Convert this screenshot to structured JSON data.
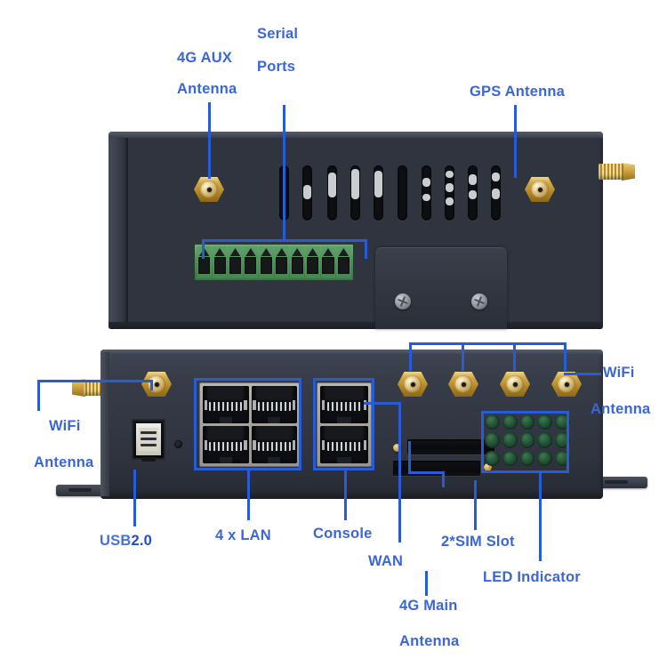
{
  "diagram": {
    "title": "Industrial 4G LTE Router Port Callout Diagram",
    "accent_color": "#3a66d8",
    "line_color": "#2a5bd7",
    "body_color": "#2f343f",
    "connector_color": "#c9a23c",
    "terminal_color": "#4e8f5b",
    "led_color": "#24543a"
  },
  "labels": {
    "aux_antenna_l1": "4G AUX",
    "aux_antenna_l2": "Antenna",
    "serial_l1": "Serial",
    "serial_l2": "Ports",
    "gps_antenna": "GPS Antenna",
    "wifi_left_l1": "WiFi",
    "wifi_left_l2": "Antenna",
    "wifi_right_l1": "WiFi",
    "wifi_right_l2": "Antenna",
    "usb_a": "USB",
    "usb_b": "2.0",
    "lan": "4 x LAN",
    "console": "Console",
    "wan": "WAN",
    "sim": "2*SIM Slot",
    "led": "LED Indicator",
    "main_antenna_l1": "4G Main",
    "main_antenna_l2": "Antenna"
  },
  "top_device": {
    "name": "top-panel",
    "sma_connectors": [
      "4G AUX Antenna",
      "GPS Antenna",
      "side SMA"
    ],
    "vent_count": 10,
    "terminal_block": {
      "name": "Serial Ports",
      "pins": 10,
      "color": "#4e8f5b"
    },
    "screws": 2
  },
  "bottom_device": {
    "name": "front-panel",
    "sma_connectors": [
      "WiFi Antenna left",
      "4G Main Antenna",
      "WiFi Antenna",
      "WiFi Antenna",
      "WiFi Antenna"
    ],
    "usb_ports": 1,
    "lan_ports": 4,
    "console_ports": 1,
    "wan_ports": 1,
    "sim_slots": 2,
    "led_rows": 3,
    "led_cols": 5,
    "led_total": 15,
    "mounting_brackets": 2
  }
}
